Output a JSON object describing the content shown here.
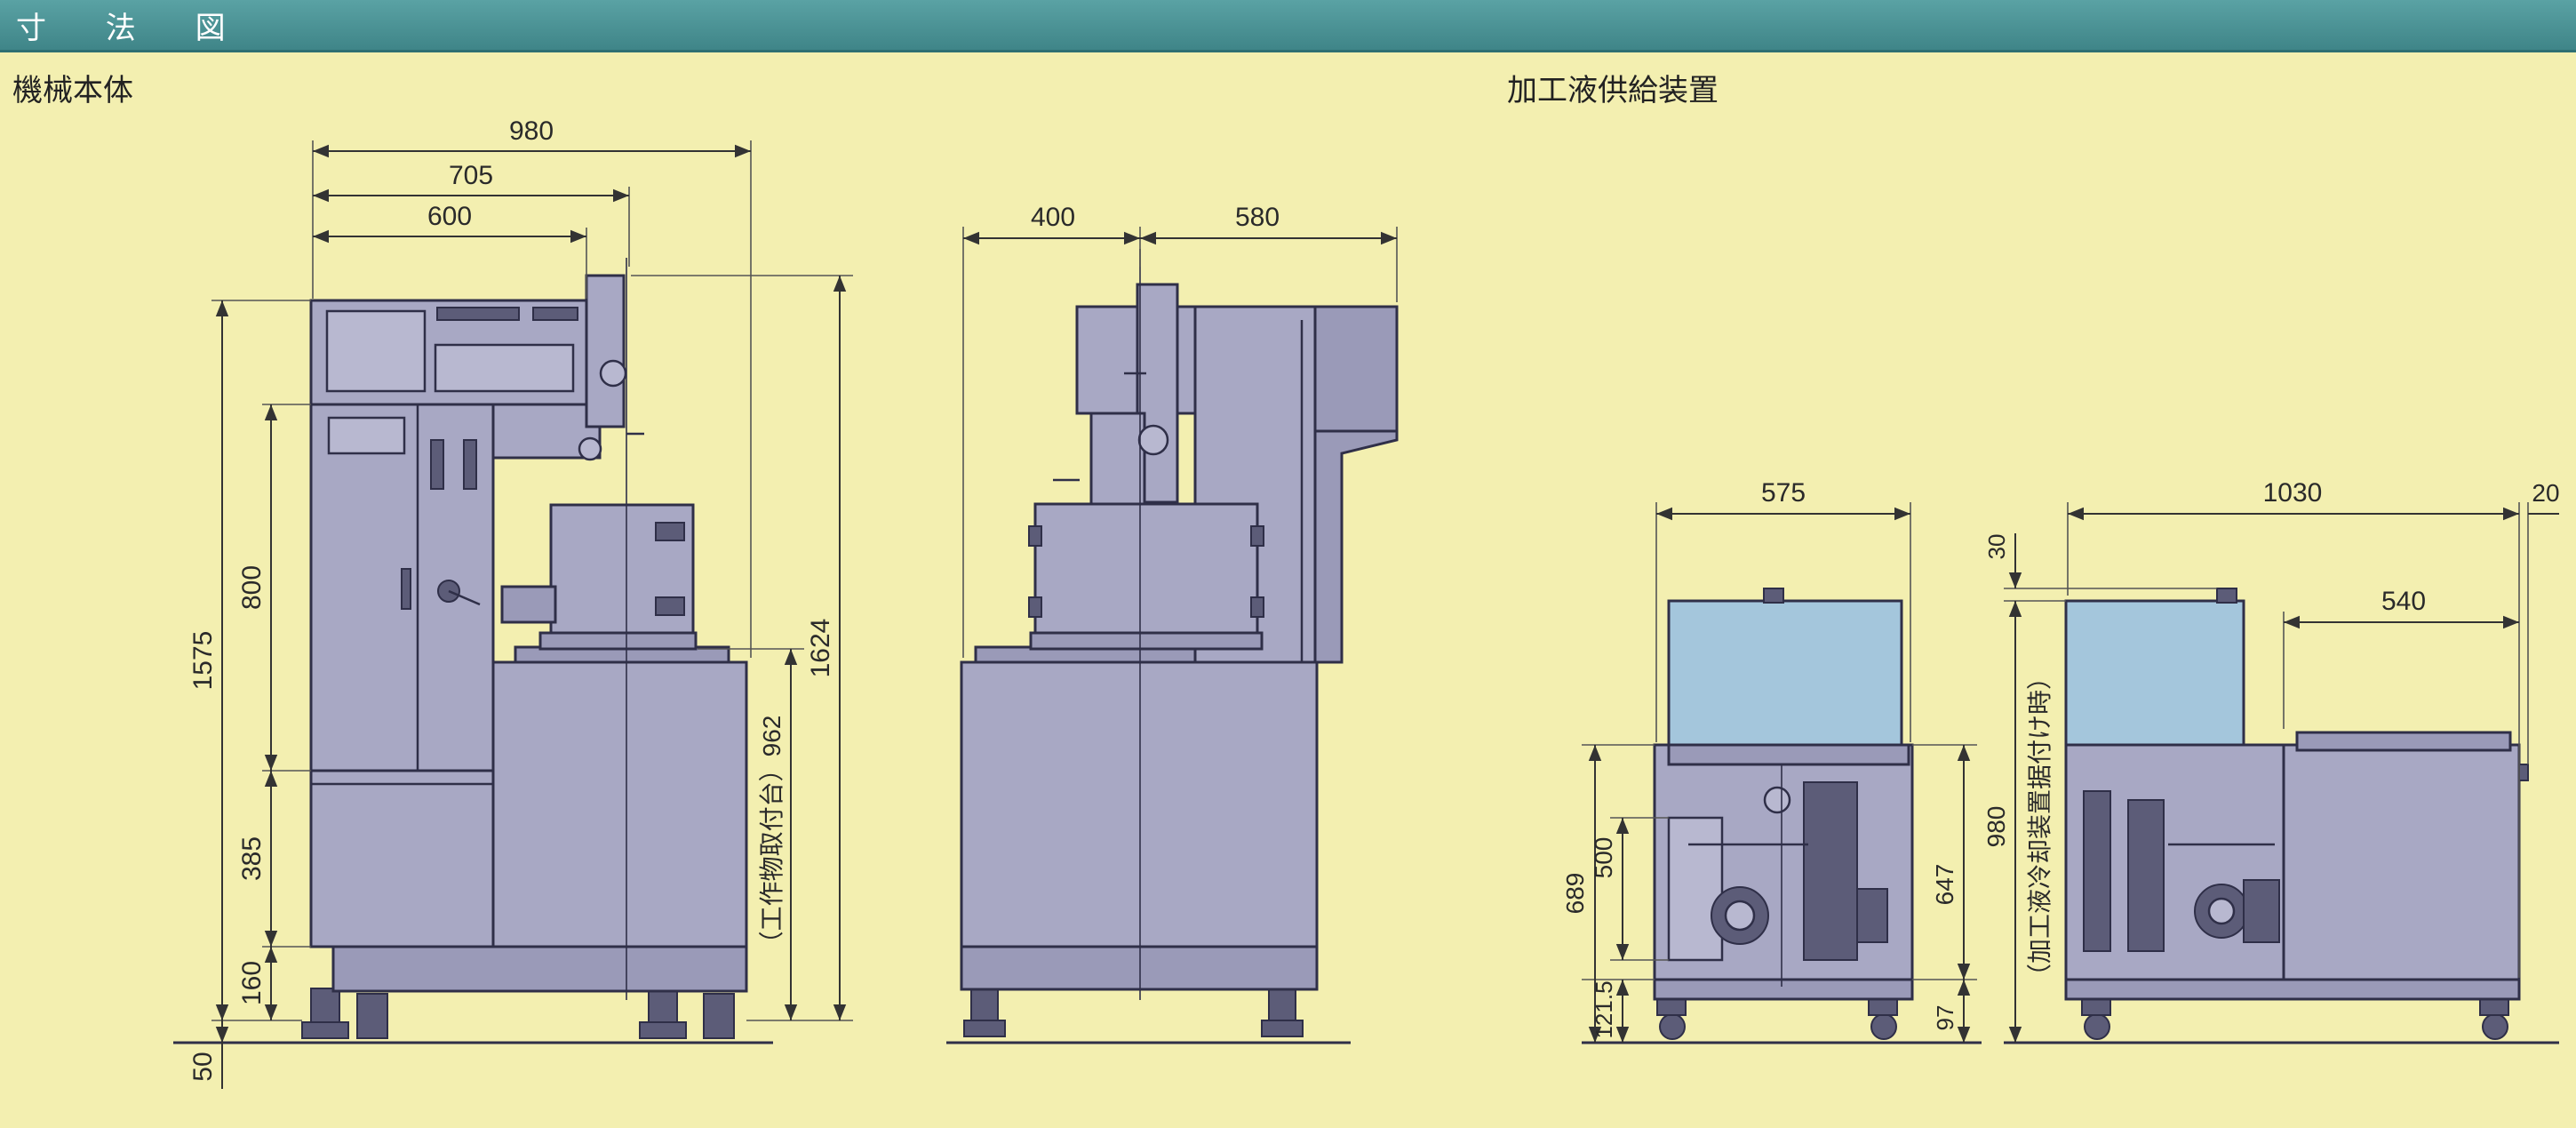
{
  "header": {
    "title": "寸 法 図"
  },
  "sections": {
    "machine": "機械本体",
    "fluid": "加工液供給装置"
  },
  "machine_front": {
    "dim_980": "980",
    "dim_705": "705",
    "dim_600": "600",
    "dim_1575": "1575",
    "dim_800": "800",
    "dim_385": "385",
    "dim_160": "160",
    "dim_50": "50",
    "dim_1624": "1624",
    "dim_962": "（工作物取付台）962"
  },
  "machine_side": {
    "dim_400": "400",
    "dim_580": "580"
  },
  "fluid_front": {
    "dim_575": "575",
    "dim_500": "500",
    "dim_689": "689",
    "dim_121_5": "121.5",
    "dim_647": "647",
    "dim_97": "97"
  },
  "fluid_side": {
    "dim_1030": "1030",
    "dim_20": "20",
    "dim_30": "30",
    "dim_540": "540",
    "dim_980": "980",
    "note": "（加工液冷却装置据付け時）"
  }
}
